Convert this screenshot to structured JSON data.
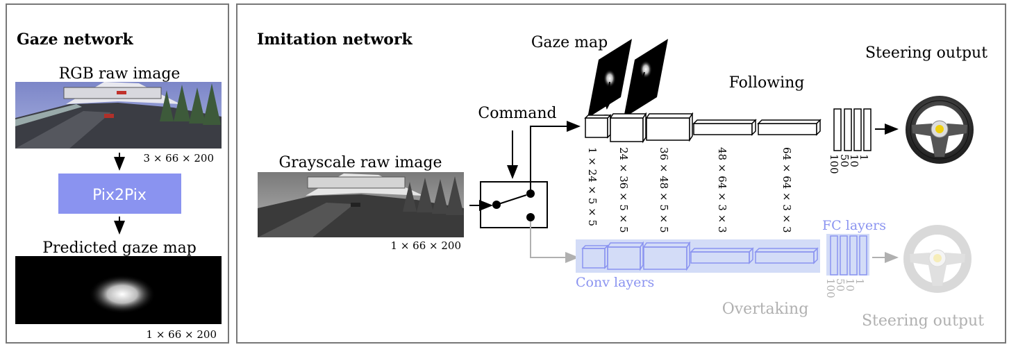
{
  "gaze_panel": {
    "title": "Gaze network",
    "rgb_label": "RGB raw image",
    "rgb_dims": "3 × 66 × 200",
    "pix2pix_label": "Pix2Pix",
    "pred_label": "Predicted gaze map",
    "pred_dims": "1 × 66 × 200"
  },
  "imitation_panel": {
    "title": "Imitation network",
    "gaze_map_label": "Gaze map",
    "command_label": "Command",
    "gray_label": "Grayscale raw image",
    "gray_dims": "1 × 66 × 200",
    "following_label": "Following",
    "overtaking_label": "Overtaking",
    "steering_top": "Steering output",
    "steering_bottom": "Steering output",
    "conv_label": "Conv layers",
    "fc_label": "FC layers",
    "conv_dims": [
      "1 × 24 × 5 × 5",
      "24 × 36 × 5 × 5",
      "36 × 48 × 5 × 5",
      "48 × 64 × 3 × 3",
      "64 × 64 × 3 × 3"
    ],
    "fc_dims": [
      "100",
      "50",
      "10",
      "1"
    ]
  },
  "colors": {
    "accent": "#8a93f0",
    "highlight": "#d3dcf7",
    "faded": "#b0b0b0",
    "border": "#777777"
  }
}
